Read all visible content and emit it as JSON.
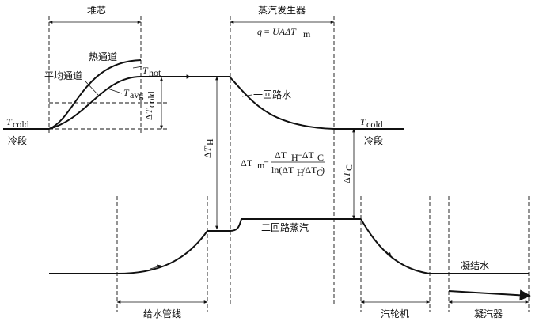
{
  "labels": {
    "core": "堆芯",
    "steam_generator": "蒸汽发生器",
    "hot_channel": "热通道",
    "avg_channel": "平均通道",
    "primary_water": "一回路水",
    "secondary_steam": "二回路蒸汽",
    "cold_leg_left": "冷段",
    "cold_leg_right": "冷段",
    "feedwater_pipe": "给水管线",
    "turbine": "汽轮机",
    "condensate": "凝结水",
    "condenser": "凝汽器"
  },
  "symbols": {
    "T": "T",
    "Delta": "Δ",
    "sub_hot": "hot",
    "sub_avg": "avg",
    "sub_cold": "cold",
    "sub_H": "H",
    "sub_C": "C",
    "sub_m": "m"
  },
  "equations": {
    "q_lhs": "q",
    "q_rhs": "= UAΔT",
    "dtm_lhs": "ΔT",
    "dtm_eq": "=",
    "dtm_num": "ΔT",
    "dtm_num_minus": "−ΔT",
    "dtm_den": "ln(ΔT",
    "dtm_den_mid": "/ΔT",
    "dtm_den_end": ")"
  }
}
